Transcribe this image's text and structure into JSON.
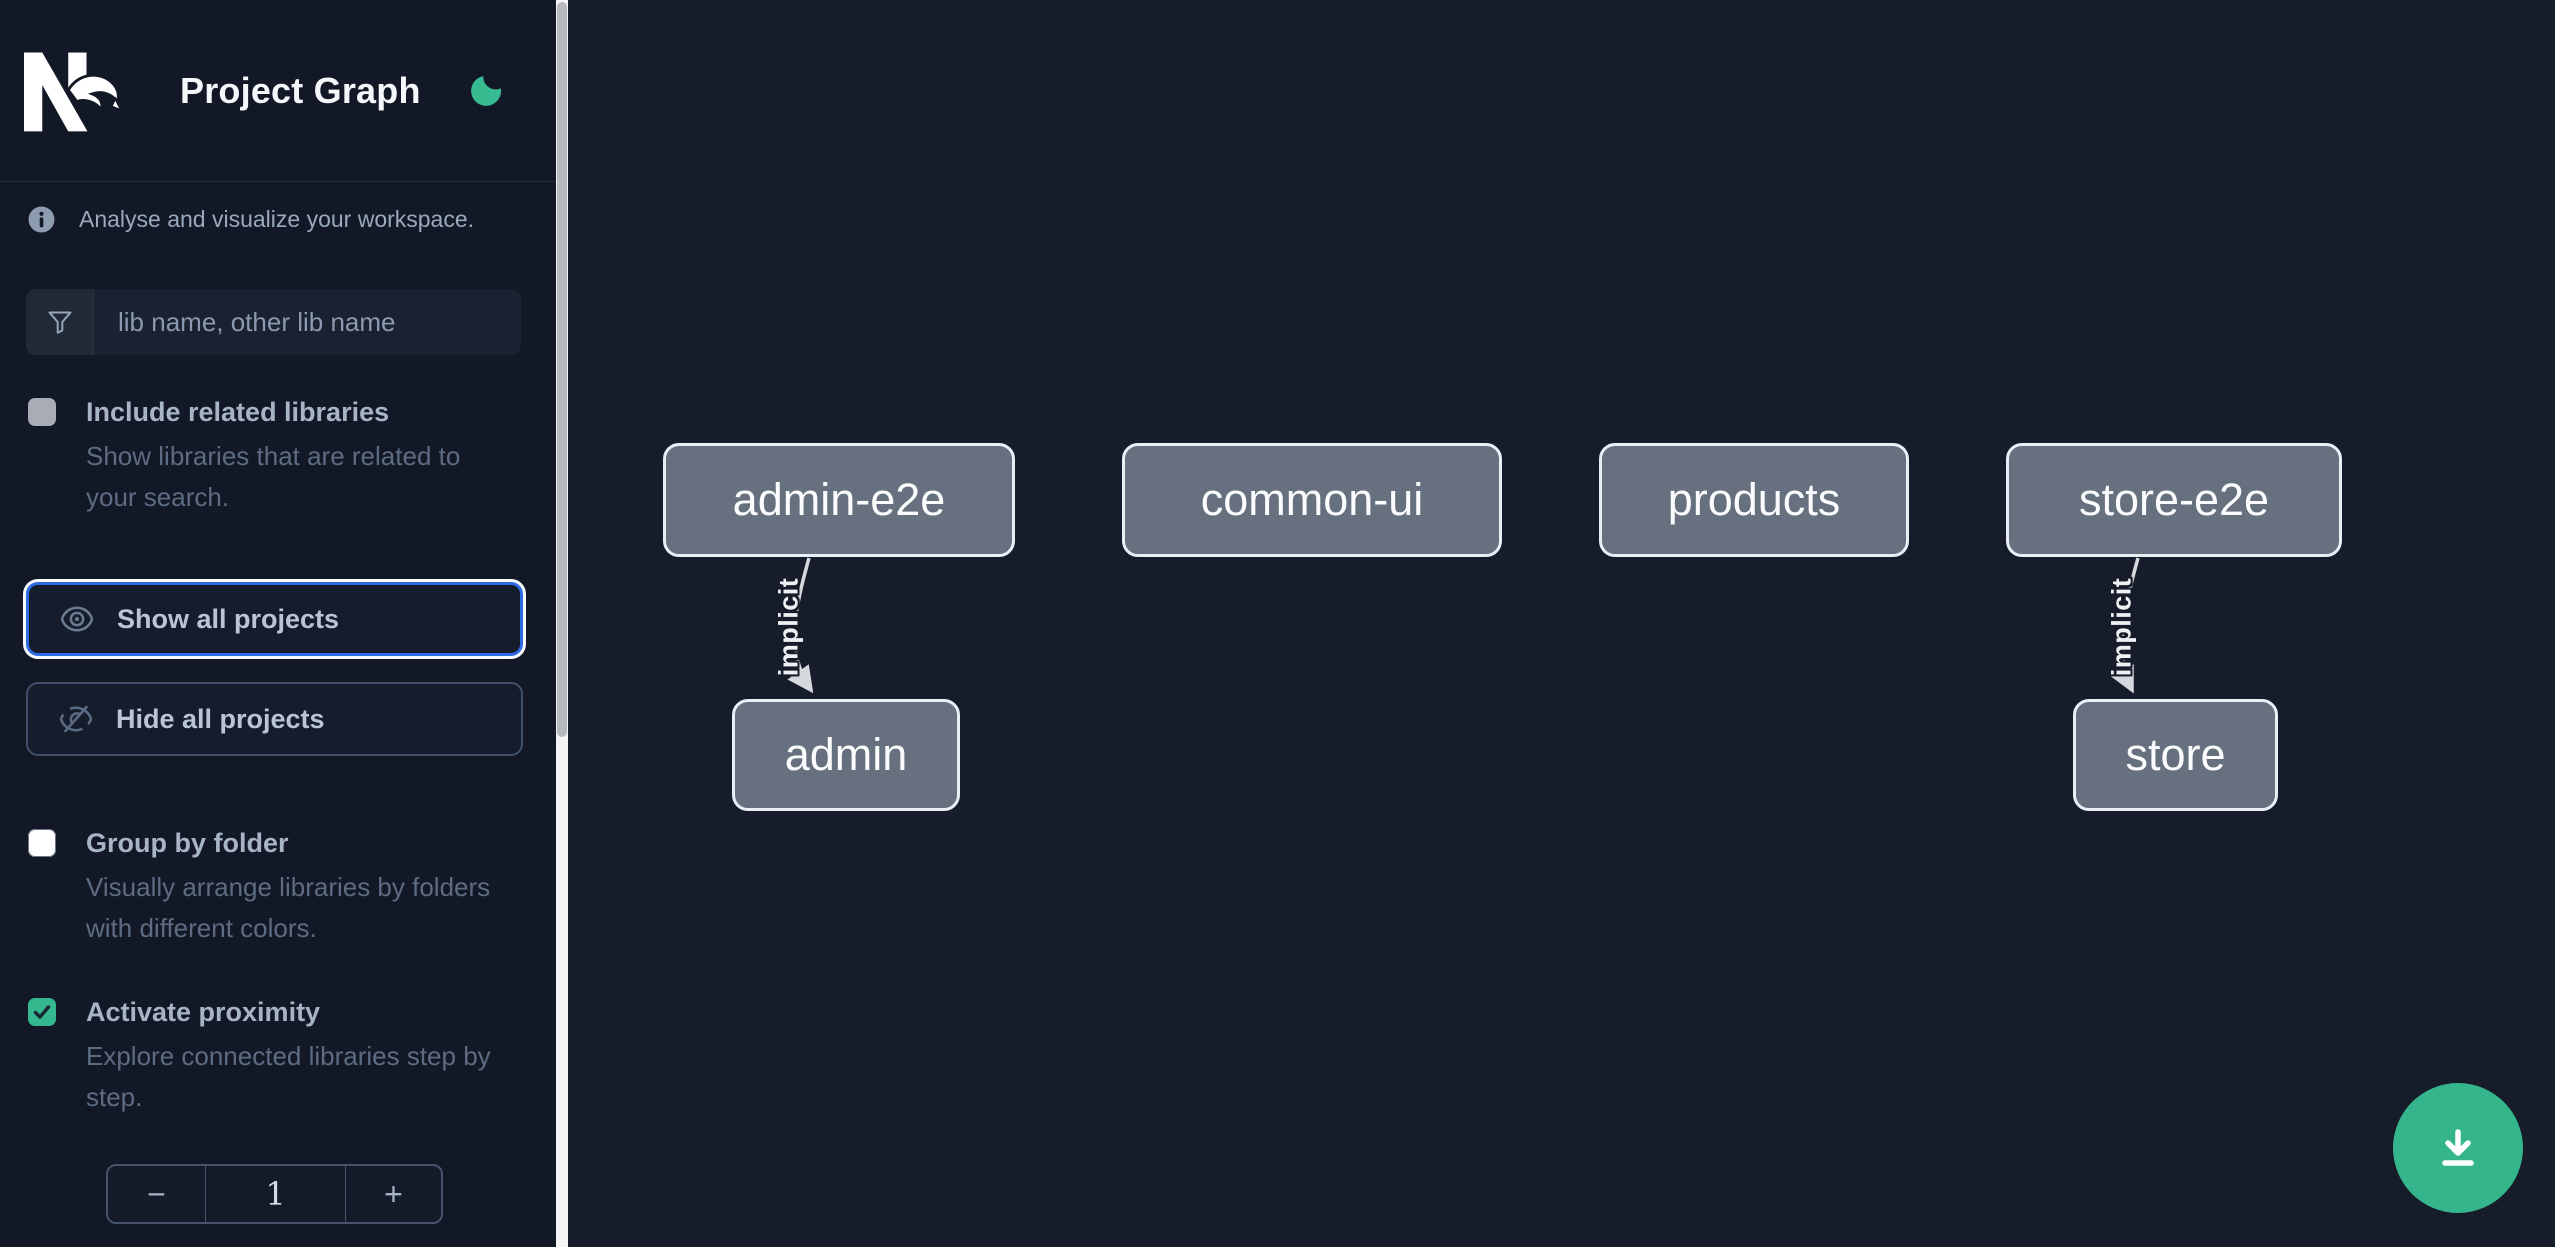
{
  "header": {
    "title": "Project Graph"
  },
  "sidebar": {
    "info_text": "Analyse and visualize your workspace.",
    "search": {
      "placeholder": "lib name, other lib name",
      "value": ""
    },
    "include_related": {
      "label": "Include related libraries",
      "description": "Show libraries that are related to your search.",
      "checked": false
    },
    "show_all": {
      "label": "Show all projects",
      "focused": true
    },
    "hide_all": {
      "label": "Hide all projects"
    },
    "group_by_folder": {
      "label": "Group by folder",
      "description": "Visually arrange libraries by folders with different colors.",
      "checked": false
    },
    "activate_proximity": {
      "label": "Activate proximity",
      "description": "Explore connected libraries step by step.",
      "checked": true
    },
    "proximity_stepper": {
      "decrement": "−",
      "value": "1",
      "increment": "+"
    }
  },
  "graph": {
    "nodes": [
      {
        "id": "admin-e2e",
        "label": "admin-e2e"
      },
      {
        "id": "common-ui",
        "label": "common-ui"
      },
      {
        "id": "products",
        "label": "products"
      },
      {
        "id": "store-e2e",
        "label": "store-e2e"
      },
      {
        "id": "admin",
        "label": "admin"
      },
      {
        "id": "store",
        "label": "store"
      }
    ],
    "edges": [
      {
        "source": "admin-e2e",
        "target": "admin",
        "label": "implicit"
      },
      {
        "source": "store-e2e",
        "target": "store",
        "label": "implicit"
      }
    ]
  },
  "fab": {
    "icon": "download-icon"
  },
  "colors": {
    "accent_green": "#35b58c",
    "focus_blue": "#2e6be2",
    "node_fill": "#67707e",
    "sidebar_bg": "#121826",
    "canvas_bg": "#161c2a",
    "edge": "#d5d9de"
  }
}
